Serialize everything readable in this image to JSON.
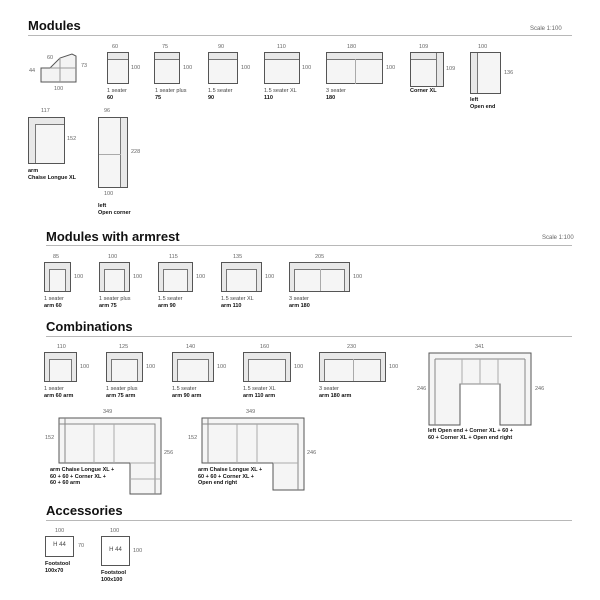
{
  "modules": {
    "title": "Modules",
    "scale": "Scale 1:100",
    "items": [
      {
        "top": "60",
        "side": "73",
        "d": "44",
        "bottom": "100"
      },
      {
        "w": "60",
        "h": "100",
        "line1": "1 seater",
        "line2": "60"
      },
      {
        "w": "75",
        "h": "100",
        "line1": "1 seater plus",
        "line2": "75"
      },
      {
        "w": "90",
        "h": "100",
        "line1": "1.5 seater",
        "line2": "90"
      },
      {
        "w": "110",
        "h": "100",
        "line1": "1.5 seater XL",
        "line2": "110"
      },
      {
        "w": "180",
        "h": "100",
        "line1": "3 seater",
        "line2": "180"
      },
      {
        "w": "109",
        "h": "109",
        "line1": "Corner XL"
      },
      {
        "w": "100",
        "h": "136",
        "line1": "left",
        "line2": "Open end"
      }
    ],
    "chaise": {
      "w": "117",
      "h": "152",
      "line1": "arm",
      "line2": "Chaise Longue XL"
    },
    "open_corner": {
      "w": "96",
      "h": "228",
      "bottom": "100",
      "line1": "left",
      "line2": "Open corner"
    }
  },
  "armrest": {
    "title": "Modules with armrest",
    "scale": "Scale 1:100",
    "items": [
      {
        "w": "85",
        "h": "100",
        "line1": "1 seater",
        "line2": "arm 60"
      },
      {
        "w": "100",
        "h": "100",
        "line1": "1 seater plus",
        "line2": "arm 75"
      },
      {
        "w": "115",
        "h": "100",
        "line1": "1.5 seater",
        "line2": "arm 90"
      },
      {
        "w": "135",
        "h": "100",
        "line1": "1.5 seater XL",
        "line2": "arm 110"
      },
      {
        "w": "205",
        "h": "100",
        "line1": "3 seater",
        "line2": "arm 180"
      }
    ]
  },
  "combinations": {
    "title": "Combinations",
    "items": [
      {
        "w": "110",
        "h": "100",
        "line1": "1 seater",
        "line2": "arm 60 arm"
      },
      {
        "w": "125",
        "h": "100",
        "line1": "1 seater plus",
        "line2": "arm 75 arm"
      },
      {
        "w": "140",
        "h": "100",
        "line1": "1.5 seater",
        "line2": "arm 90 arm"
      },
      {
        "w": "160",
        "h": "100",
        "line1": "1.5 seater XL",
        "line2": "arm 110 arm"
      },
      {
        "w": "230",
        "h": "100",
        "line1": "3 seater",
        "line2": "arm 180 arm"
      }
    ],
    "u_shape": {
      "w": "341",
      "left": "246",
      "right": "246",
      "line1": "left Open end + Corner XL + 60 +",
      "line2": "60 + Corner XL + Open end right"
    },
    "l_one": {
      "w": "349",
      "left": "152",
      "right": "256",
      "line1": "arm Chaise Longue XL +",
      "line2": "60 + 60 + Corner XL +",
      "line3": "60 + 60 arm"
    },
    "l_two": {
      "w": "349",
      "left": "152",
      "right": "246",
      "line1": "arm Chaise Longue XL +",
      "line2": "60 + 60 + Corner XL +",
      "line3": "Open end right"
    }
  },
  "accessories": {
    "title": "Accessories",
    "items": [
      {
        "w": "100",
        "h": "70",
        "inner": "H 44",
        "line1": "Footstool",
        "line2": "100x70"
      },
      {
        "w": "100",
        "h": "100",
        "inner": "H 44",
        "line1": "Footstool",
        "line2": "100x100"
      }
    ]
  }
}
